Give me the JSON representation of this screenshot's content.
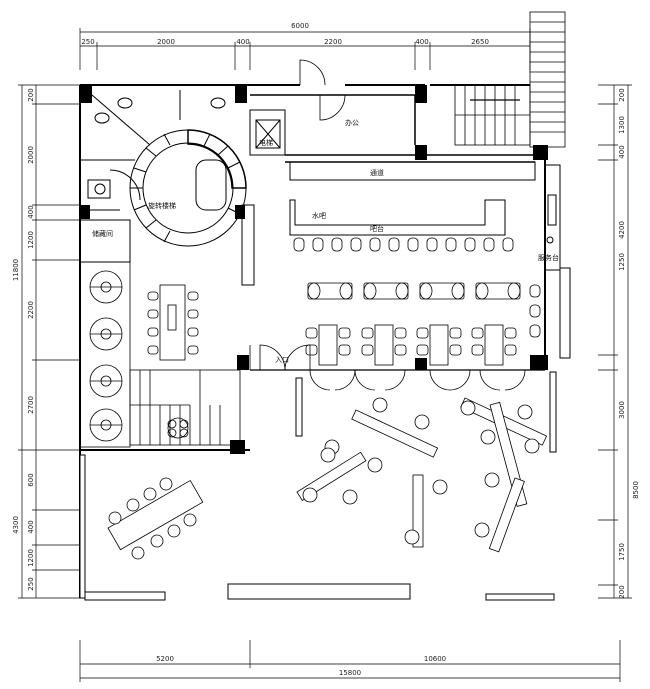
{
  "title": "",
  "dimensions": {
    "top_total": "6000",
    "top_segments": [
      "250",
      "2000",
      "400",
      "2200",
      "400",
      "2650"
    ],
    "bottom_segments": [
      "5200",
      "10600"
    ],
    "bottom_total": "15800",
    "left_total": "11800",
    "left_segments": [
      "200",
      "2000",
      "400",
      "1200",
      "2200",
      "2700"
    ],
    "left_lower_total": "4300",
    "left_lower_segments": [
      "600",
      "400",
      "1200",
      "250"
    ],
    "right_segments": [
      "200",
      "1300",
      "400",
      "4200",
      "1250",
      "3000",
      "1750",
      "200"
    ],
    "right_lower_total": "8500"
  },
  "labels": {
    "room_top": "办公",
    "elevator": "电梯",
    "corridor": "通道",
    "spiral_stair": "旋转楼梯",
    "storage": "储藏间",
    "bar_counter": "吧台",
    "bar_zone": "水吧",
    "side_service": "服务台",
    "entrance": "入口"
  }
}
